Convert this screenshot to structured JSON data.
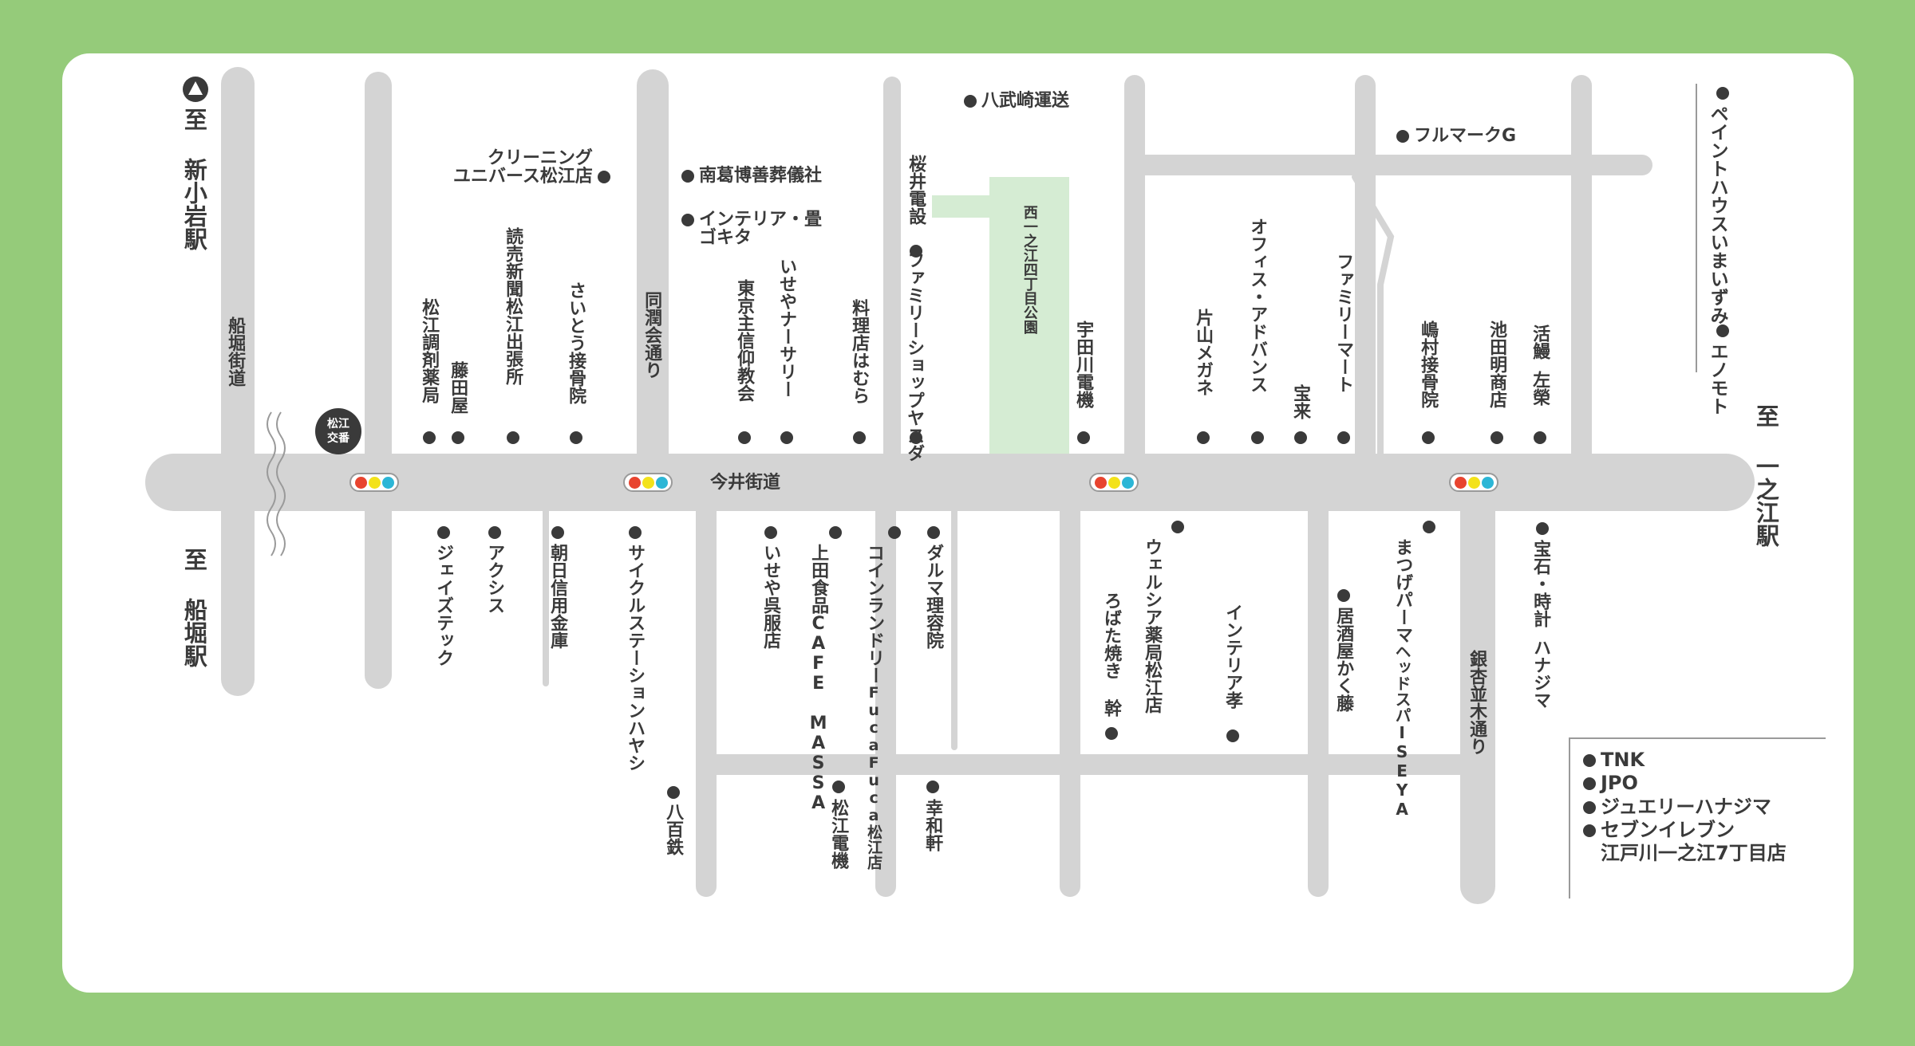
{
  "colors": {
    "background": "#95cb7a",
    "card": "#ffffff",
    "road": "#d4d4d4",
    "park": "#d5ecd3",
    "text": "#3a3a3a"
  },
  "directions": {
    "shinkoiwa": "至 新小岩駅",
    "funabori": "至 船堀駅",
    "ichinoe": "至 一之江駅"
  },
  "roads": {
    "funabori_kaido": "船堀街道",
    "imai_kaido": "今井街道",
    "dojunkai": "同潤会通り",
    "icho_namiki": "銀杏並木通り"
  },
  "park": "西一之江四丁目公園",
  "koban": [
    "松江",
    "交番"
  ],
  "icons": {
    "station": "triangle-circle-icon",
    "signal": "traffic-light-icon"
  },
  "places": {
    "cleaning": [
      "クリーニング",
      "ユニバース松江店"
    ],
    "nankatsu": "南葛博善葬儀社",
    "interior_goki": [
      "インテリア・畳",
      "ゴキタ"
    ],
    "yabusaki": "八武崎運送",
    "fullmark": "フルマークG",
    "paint": [
      "ペイントハウスいまいずみ",
      "エノモト"
    ],
    "sakurai": "桜井電設",
    "matsue_chozai": "松江調剤薬局",
    "fujitaya": "藤田屋",
    "yomiuri": "読売新聞松江出張所",
    "saito": "さいとう接骨院",
    "tokyo_church": "東京主信仰教会",
    "iseya_nursery": "いせやナーサリー",
    "hamura": "料理店はむら",
    "family_yasuda": [
      "ファミリーショップ",
      "ヤスダ"
    ],
    "udagawa": "宇田川電機",
    "katayama": "片山メガネ",
    "office": "オフィス・アドバンス",
    "horai": "宝来",
    "familymart": "ファミリーマート",
    "shimamura": "嶋村接骨院",
    "ikeda": "池田明商店",
    "sakae": [
      "活鰻",
      "左榮"
    ],
    "jaystech": "ジェイズテック",
    "axis": "アクシス",
    "asahi": "朝日信用金庫",
    "cycle": "サイクルステーションハヤシ",
    "yaohiro": "八百鉄",
    "gofuku": "いせや呉服店",
    "ueda": [
      "上田食品",
      "CAFE MASSA"
    ],
    "coin": [
      "コインランドリー",
      "FucaFuca松江店"
    ],
    "daruma": "ダルマ理容院",
    "matsue_denki": "松江電機",
    "kowaken": "幸和軒",
    "robata": "ろばた焼き 幹",
    "welcia": [
      "ウェルシア薬局",
      "松江店"
    ],
    "interior_ko": "インテリア孝",
    "izakaya": "居酒屋かく藤",
    "matsuge": [
      "まつげパーマ",
      "ヘッドスパISEYA"
    ],
    "hanajima_watch": [
      "宝石・時計",
      "ハナジマ"
    ]
  },
  "legend": [
    "TNK",
    "JPO",
    "ジュエリーハナジマ",
    "セブンイレブン",
    "江戸川一之江7丁目店"
  ]
}
